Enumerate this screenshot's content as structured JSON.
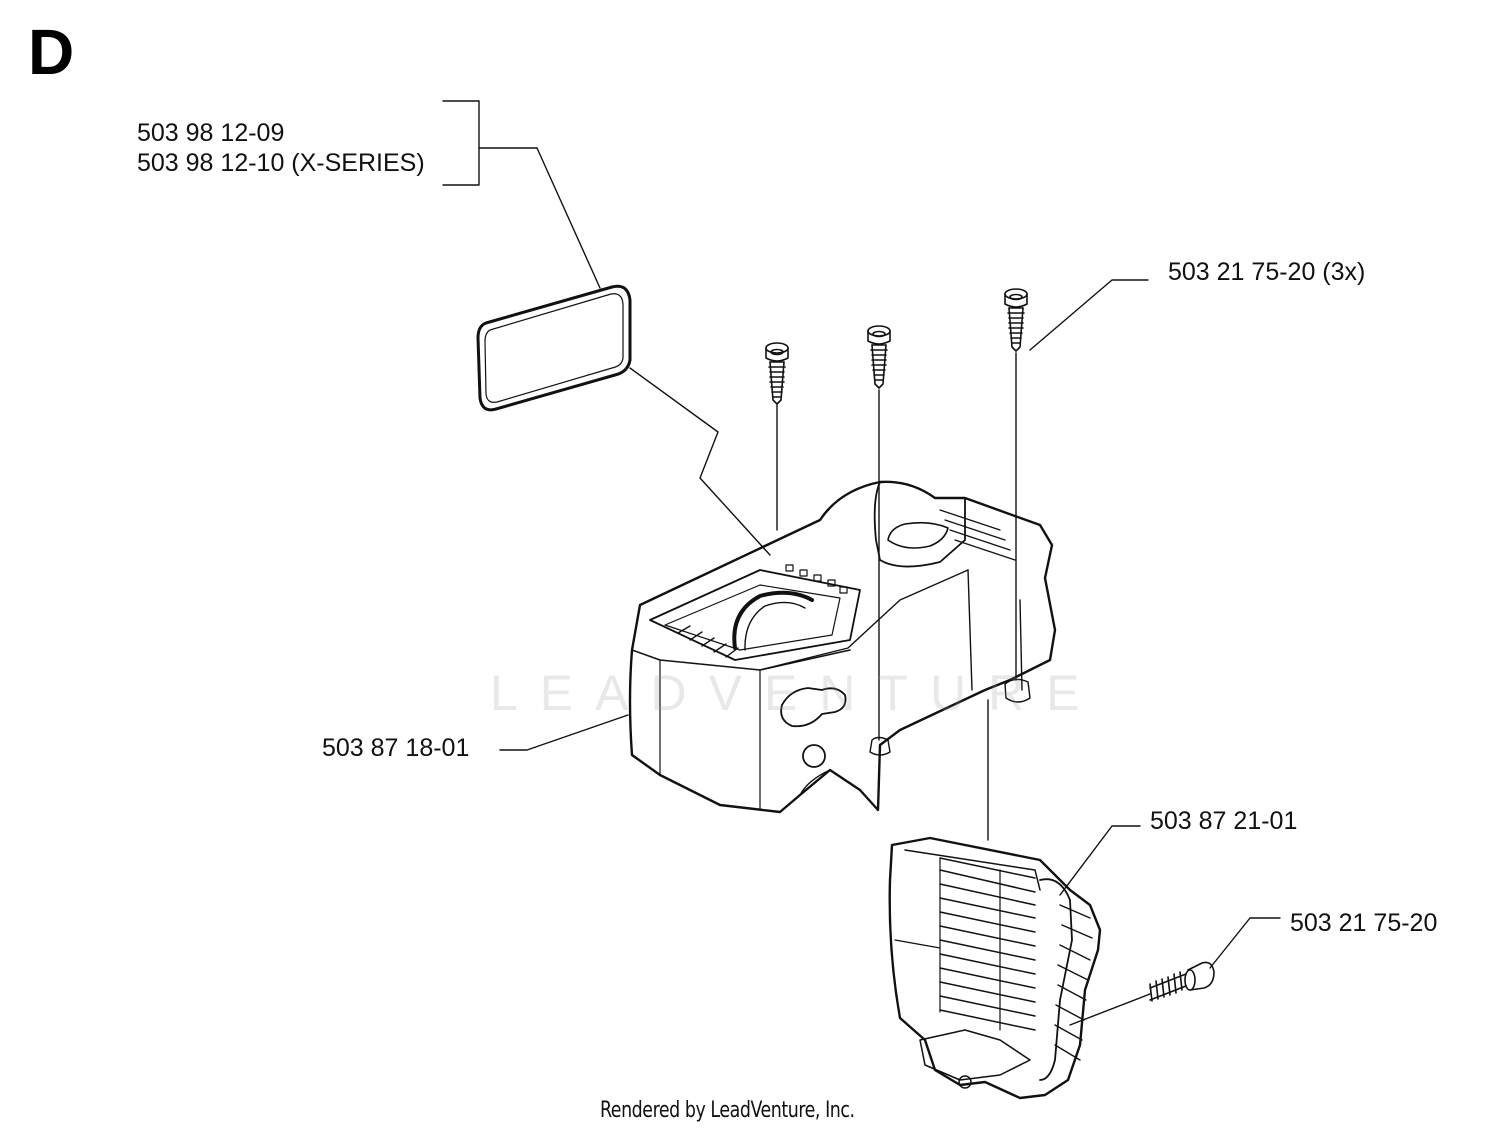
{
  "diagram": {
    "section_letter": "D",
    "part_labels": {
      "decal_standard": "503 98 12-09",
      "decal_x_series": "503 98 12-10 (X-SERIES)",
      "screw_set": "503 21 75-20 (3x)",
      "cylinder_cover": "503 87 18-01",
      "muffler_guard": "503 87 21-01",
      "single_screw": "503 21 75-20"
    },
    "watermark": "LEADVENTURE",
    "footer": "Rendered by LeadVenture, Inc."
  }
}
